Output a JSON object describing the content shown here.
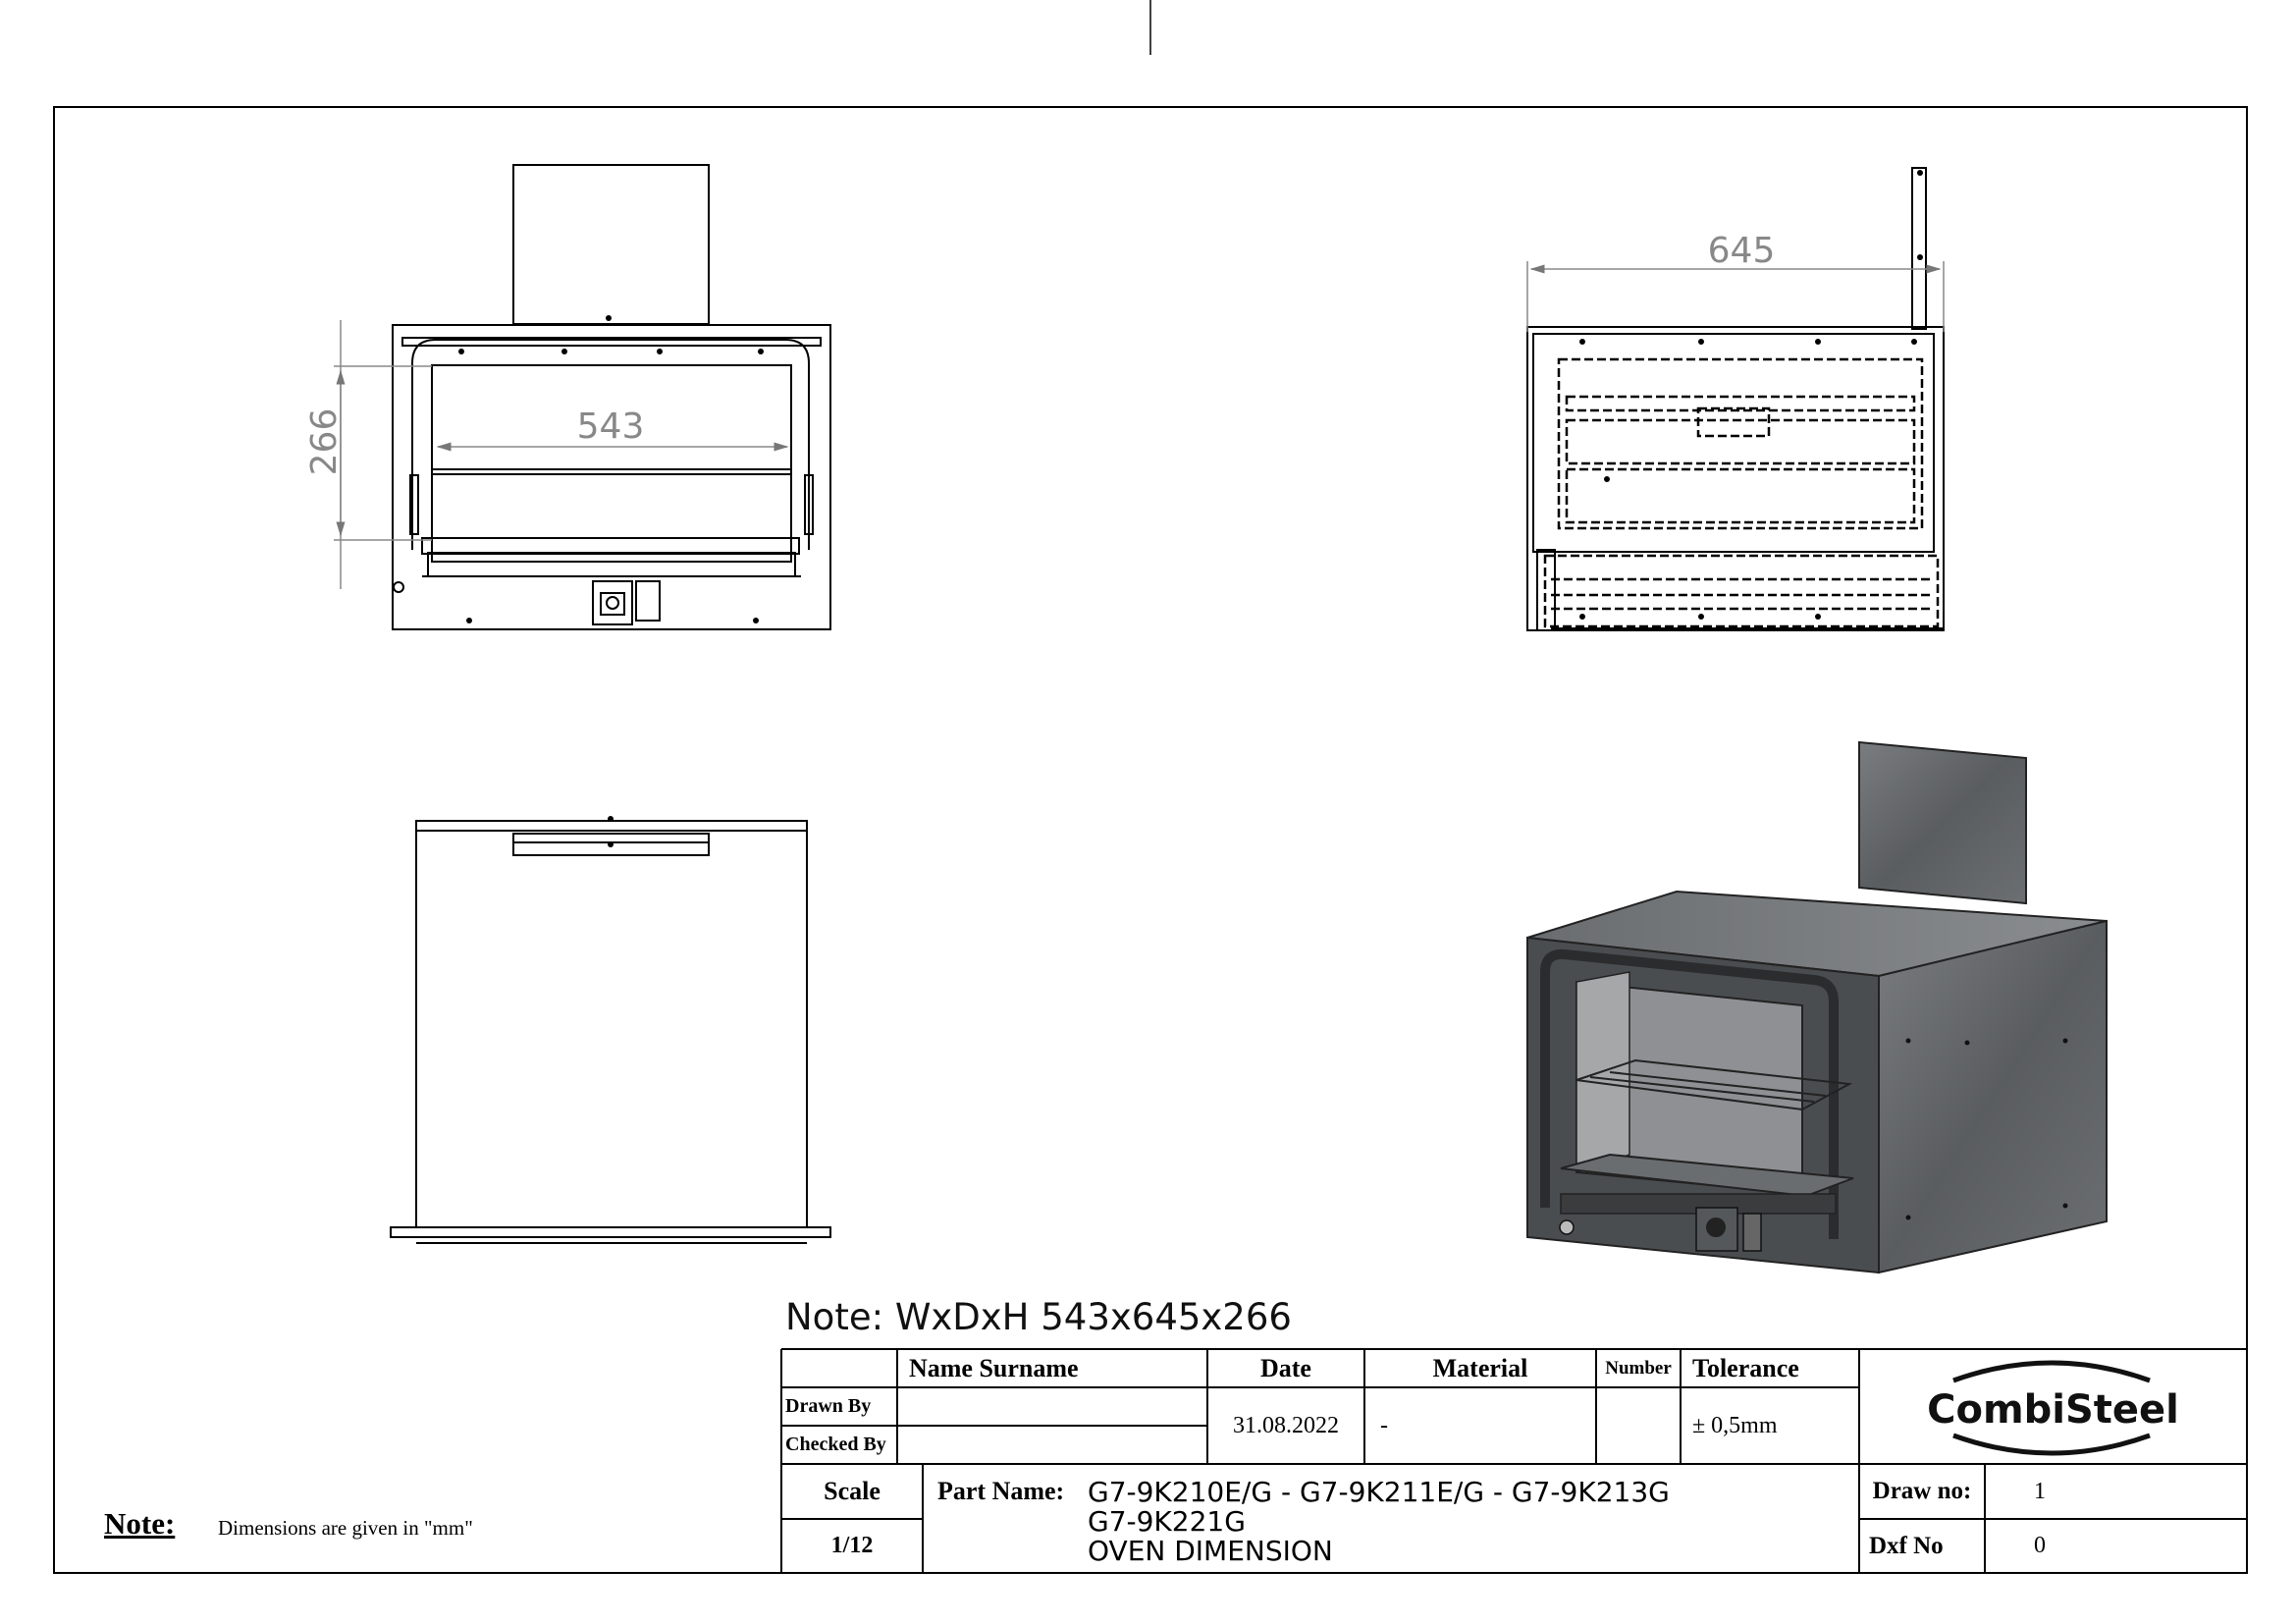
{
  "drawing": {
    "front_view": {
      "width_dim": "543",
      "height_dim": "266"
    },
    "side_view": {
      "depth_dim": "645"
    },
    "note": "Note: WxDxH  543x645x266"
  },
  "footnote": {
    "label": "Note:",
    "text": "Dimensions are given in \"mm\""
  },
  "title_block": {
    "headers": {
      "name_surname": "Name Surname",
      "date": "Date",
      "material": "Material",
      "number": "Number",
      "tolerance": "Tolerance"
    },
    "drawn_by_label": "Drawn By",
    "checked_by_label": "Checked By",
    "date_value": "31.08.2022",
    "material_value": "-",
    "tolerance_value": "± 0,5mm",
    "scale_label": "Scale",
    "scale_value": "1/12",
    "part_name_label": "Part Name:",
    "part_name_line1": "G7-9K210E/G  -  G7-9K211E/G  -  G7-9K213G",
    "part_name_line2": "G7-9K221G",
    "part_name_line3": "OVEN DIMENSION",
    "draw_no_label": "Draw no:",
    "draw_no_value": "1",
    "dxf_no_label": "Dxf No",
    "dxf_no_value": "0",
    "logo": "CombiSteel"
  }
}
